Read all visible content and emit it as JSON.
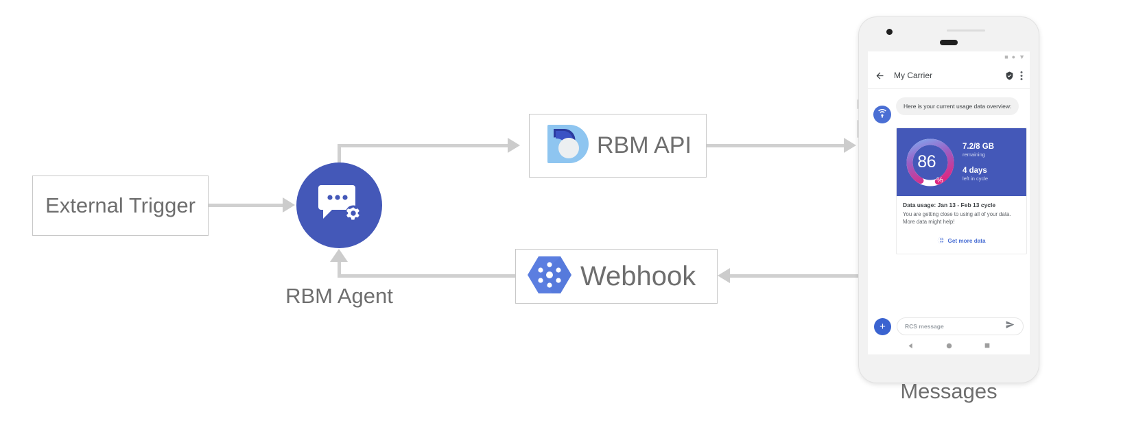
{
  "diagram": {
    "nodes": {
      "external_trigger": {
        "label": "External Trigger"
      },
      "rbm_agent": {
        "label": "RBM Agent",
        "icon": "chat-gear-icon",
        "color": "#4458b8"
      },
      "rbm_api": {
        "label": "RBM API",
        "icon": "business-messages-icon"
      },
      "webhook": {
        "label": "Webhook",
        "icon": "cloud-pubsub-hexagon-icon"
      },
      "messages": {
        "label": "Messages"
      }
    },
    "connector_color": "#cccccc"
  },
  "phone": {
    "status_bar": {
      "icons": [
        "signal-icon",
        "wifi-icon",
        "battery-icon"
      ]
    },
    "app_bar": {
      "back_icon": "back-arrow-icon",
      "title": "My Carrier",
      "verified_icon": "verified-shield-icon",
      "overflow_icon": "more-vert-icon"
    },
    "conversation": {
      "avatar_icon": "carrier-signal-icon",
      "incoming_message": "Here is your current usage data overview:",
      "rich_card": {
        "gauge": {
          "value": "86",
          "unit": "%",
          "percent": 86,
          "track_color": "#ffffff",
          "gradient_start": "#7eaef2",
          "gradient_mid": "#9b5fc4",
          "gradient_end": "#e0257f"
        },
        "data_primary": "7.2/8 GB",
        "data_secondary": "remaining",
        "cycle_primary": "4 days",
        "cycle_secondary": "left in cycle",
        "title": "Data usage: Jan 13 - Feb 13 cycle",
        "description": "You are getting close to using all of your data. More data might help!",
        "action_icon": "globe-icon",
        "action_label": "Get more data",
        "media_background": "#4458b8"
      }
    },
    "composer": {
      "plus_icon": "add-icon",
      "placeholder": "RCS message",
      "send_icon": "send-icon"
    },
    "nav_bar": {
      "back_icon": "nav-back-triangle-icon",
      "home_icon": "nav-home-circle-icon",
      "recents_icon": "nav-recents-square-icon"
    }
  }
}
